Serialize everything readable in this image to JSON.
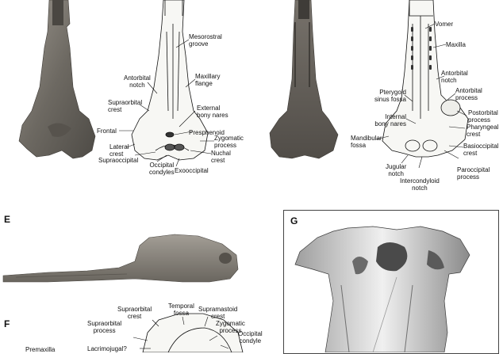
{
  "panels": {
    "e": "E",
    "f": "F",
    "g": "G"
  },
  "labels_top_left": {
    "mesorostral_groove": "Mesorostral\ngroove",
    "antorbital_notch": "Antorbital\nnotch",
    "maxillary_flange": "Maxillary\nflange",
    "supraorbital_crest": "Supraorbital\ncrest",
    "external_bony_nares": "External\nbony nares",
    "frontal": "Frontal",
    "presphenoid": "Presphenoid",
    "zygomatic_process": "Zygomatic\nprocess",
    "lateral_crest": "Lateral\ncrest",
    "supraoccipital": "Supraoccipital",
    "nuchal_crest": "Nuchal\ncrest",
    "occipital_condyles": "Occipital\ncondyles",
    "exooccipital": "Exooccipital"
  },
  "labels_top_right": {
    "vomer": "Vomer",
    "maxilla": "Maxilla",
    "antorbital_notch": "Antorbital\nnotch",
    "antorbital_process": "Antorbital\nprocess",
    "pterygoid_sinus_fossa": "Pterygoid\nsinus fossa",
    "postorbital_process": "Postorbital\nprocess",
    "internal_bony_nares": "Internal\nbony nares",
    "pharyngeal_crest": "Pharyngeal\ncrest",
    "mandibular_fossa": "Mandibular\nfossa",
    "basioccipital_crest": "Basioccipital\ncrest",
    "jugular_notch": "Jugular\nnotch",
    "paroccipital_process": "Paroccipital\nprocess",
    "intercondyloid_notch": "Intercondyloid\nnotch"
  },
  "labels_bottom": {
    "supraorbital_crest": "Supraorbital\ncrest",
    "temporal_fossa": "Temporal\nfossa",
    "supramastoid_crest": "Supramastoid\ncrest",
    "supraorbital_process": "Supraorbital\nprocess",
    "zygomatic_process": "Zygomatic\nprocess",
    "occipital_condyle": "Occipital\ncondyle",
    "premaxilla": "Premaxilla",
    "lacrimojugal": "Lacrimojugal?"
  },
  "colors": {
    "photo_dark": "#5f5b55",
    "photo_mid": "#8f8a82",
    "drawing_fill": "#f7f7f4",
    "line": "#111111",
    "render_grey": "#c9c9c9"
  }
}
